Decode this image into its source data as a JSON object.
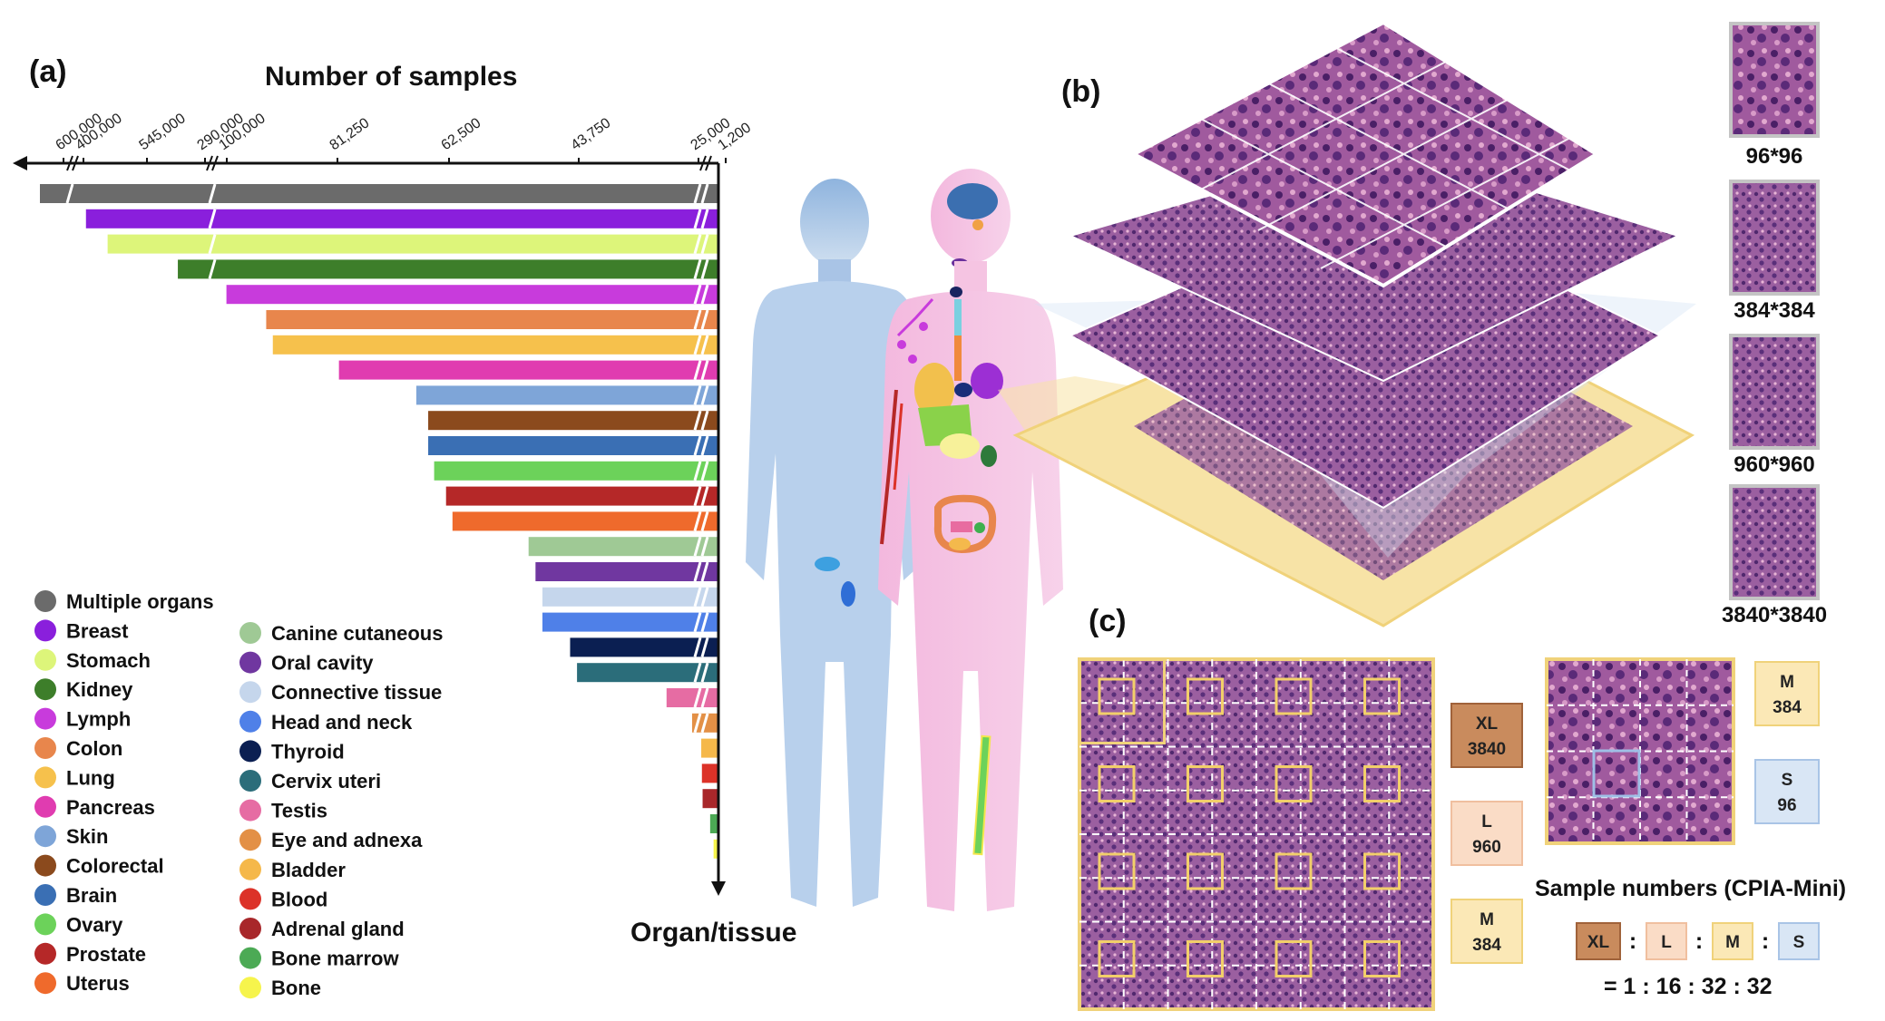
{
  "panels": {
    "a": "(a)",
    "b": "(b)",
    "c": "(c)"
  },
  "chart_data": {
    "type": "bar",
    "orientation": "horizontal",
    "xlabel": "Number of samples",
    "ylabel": "Organ/tissue",
    "axis_direction": "right-to-left (origin at right)",
    "scale": "broken axis",
    "tick_labels": [
      "600,000",
      "400,000",
      "545,000",
      "290,000",
      "100,000",
      "81,250",
      "62,500",
      "43,750",
      "25,000",
      "1,200"
    ],
    "legend_placement": "bottom-left",
    "grid": false,
    "categories": [
      "Multiple organs",
      "Breast",
      "Stomach",
      "Kidney",
      "Lymph",
      "Colon",
      "Lung",
      "Pancreas",
      "Skin",
      "Colorectal",
      "Brain",
      "Ovary",
      "Prostate",
      "Uterus",
      "Canine cutaneous",
      "Oral cavity",
      "Connective tissue",
      "Head and neck",
      "Thyroid",
      "Cervix uteri",
      "Testis",
      "Eye and adnexa",
      "Bladder",
      "Blood",
      "Adrenal gland",
      "Bone marrow",
      "Bone"
    ],
    "values": [
      610000,
      395000,
      370000,
      285000,
      98000,
      92000,
      91000,
      81000,
      68000,
      66000,
      66000,
      65000,
      63000,
      62000,
      51000,
      50000,
      49000,
      49000,
      45000,
      44000,
      30000,
      26000,
      21000,
      20000,
      19000,
      8000,
      3000
    ],
    "colors": [
      "#6b6b6b",
      "#8a1fdc",
      "#ddf57a",
      "#3d7e2a",
      "#c83bdc",
      "#e8864c",
      "#f6c14c",
      "#e03cb0",
      "#7ea5d8",
      "#8b4a1d",
      "#3a6fb4",
      "#6cd25a",
      "#b52828",
      "#ef6a2c",
      "#9fc995",
      "#7037a0",
      "#c5d6ec",
      "#4f80e8",
      "#0b1f52",
      "#2b6d7a",
      "#e66ca3",
      "#e39046",
      "#f5b84a",
      "#dc3228",
      "#a8272a",
      "#4caa55",
      "#f6f44c"
    ]
  },
  "body_diagram": {
    "label": "Organ/tissue"
  },
  "panel_b": {
    "size_labels": [
      "96*96",
      "384*384",
      "960*960",
      "3840*3840"
    ]
  },
  "panel_c": {
    "badges": [
      {
        "level": "XL",
        "size": "3840",
        "color": "#c98b5d"
      },
      {
        "level": "L",
        "size": "960",
        "color": "#fadcc6"
      },
      {
        "level": "M",
        "size": "384",
        "color": "#fbe8b6"
      },
      {
        "level": "M",
        "size": "384",
        "color": "#fbe8b6"
      },
      {
        "level": "S",
        "size": "96",
        "color": "#d9e6f5"
      }
    ],
    "sample_title": "Sample numbers (CPIA-Mini)",
    "ratio_levels": [
      "XL",
      "L",
      "M",
      "S"
    ],
    "ratio_separator": ":",
    "ratio_values": "= 1 : 16 : 32 : 32"
  }
}
